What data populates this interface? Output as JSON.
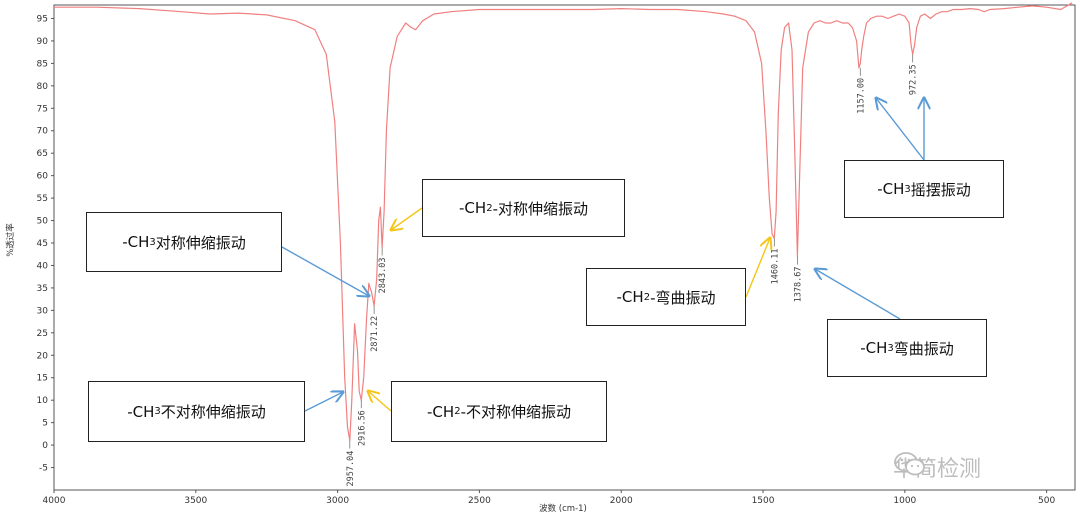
{
  "chart_data": {
    "type": "line",
    "title": "",
    "xlabel": "波数 (cm-1)",
    "ylabel": "%透过率",
    "xlim": [
      4000,
      400
    ],
    "ylim": [
      -10,
      98
    ],
    "x_ticks": [
      4000,
      3500,
      3000,
      2500,
      2000,
      1500,
      1000,
      500
    ],
    "y_ticks": [
      -5,
      0,
      5,
      10,
      15,
      20,
      25,
      30,
      35,
      40,
      45,
      50,
      55,
      60,
      65,
      70,
      75,
      80,
      85,
      90,
      95
    ],
    "grid": false,
    "line_color": "#f08080",
    "series": [
      {
        "name": "",
        "x": [
          4000,
          3850,
          3700,
          3550,
          3450,
          3350,
          3250,
          3150,
          3080,
          3040,
          3010,
          2990,
          2975,
          2965,
          2957.04,
          2950,
          2940,
          2930,
          2924,
          2916.56,
          2908,
          2898,
          2890,
          2880,
          2871.22,
          2862,
          2855,
          2849,
          2843.03,
          2836,
          2828,
          2815,
          2790,
          2760,
          2740,
          2725,
          2700,
          2660,
          2600,
          2500,
          2400,
          2300,
          2200,
          2100,
          2000,
          1900,
          1800,
          1700,
          1640,
          1600,
          1560,
          1530,
          1505,
          1490,
          1478,
          1468,
          1460.11,
          1454,
          1446,
          1436,
          1424,
          1410,
          1398,
          1388,
          1378.67,
          1370,
          1360,
          1340,
          1320,
          1300,
          1280,
          1260,
          1240,
          1220,
          1200,
          1185,
          1170,
          1162,
          1157.0,
          1152,
          1145,
          1135,
          1120,
          1100,
          1080,
          1060,
          1040,
          1020,
          1000,
          985,
          978,
          972.35,
          966,
          958,
          945,
          930,
          910,
          890,
          870,
          850,
          830,
          800,
          770,
          740,
          720,
          700,
          650,
          600,
          550,
          500,
          450,
          410
        ],
        "y": [
          97.5,
          97.5,
          97.2,
          96.5,
          96.0,
          96.2,
          95.8,
          94.5,
          92.5,
          87,
          72,
          45,
          15,
          4,
          1,
          10,
          27,
          21,
          12,
          10,
          15,
          28,
          36,
          34,
          31,
          37,
          50,
          53,
          44,
          52,
          70,
          84,
          91,
          94,
          93,
          92.5,
          94.5,
          96,
          96.5,
          97,
          97,
          97,
          97,
          97,
          97.2,
          97,
          97,
          96.5,
          96,
          95.5,
          94.5,
          92,
          85,
          70,
          55,
          47,
          46,
          52,
          74,
          88,
          93,
          94,
          88,
          65,
          42,
          62,
          84,
          92,
          94,
          94.5,
          94,
          94,
          94.5,
          94,
          94,
          93,
          90,
          84,
          85,
          88,
          91,
          94,
          95,
          95.5,
          95.5,
          95,
          95.5,
          96,
          95.5,
          94,
          89,
          87,
          89,
          93,
          95.5,
          96,
          95,
          96,
          96.5,
          96.5,
          97,
          97,
          97.2,
          97,
          96.5,
          97,
          97.2,
          97.5,
          97.8,
          97.5,
          97,
          98.5
        ]
      }
    ],
    "peak_labels": [
      {
        "x": 2957.04,
        "y": 1,
        "text": "2957.04"
      },
      {
        "x": 2916.56,
        "y": 10,
        "text": "2916.56"
      },
      {
        "x": 2871.22,
        "y": 31,
        "text": "2871.22"
      },
      {
        "x": 2843.03,
        "y": 44,
        "text": "2843.03"
      },
      {
        "x": 1460.11,
        "y": 46,
        "text": "1460.11"
      },
      {
        "x": 1378.67,
        "y": 42,
        "text": "1378.67"
      },
      {
        "x": 1157.0,
        "y": 84,
        "text": "1157.00"
      },
      {
        "x": 972.35,
        "y": 87,
        "text": "972.35"
      }
    ]
  },
  "annotations": [
    {
      "prefix": "-CH",
      "sub": "3",
      "suffix": " 对称伸缩振动",
      "arrow_color": "#5b9bd5"
    },
    {
      "prefix": "-CH",
      "sub": "2",
      "suffix": "-对称伸缩振动",
      "arrow_color": "#f5c518"
    },
    {
      "prefix": "-CH",
      "sub": "3",
      "suffix": " 不对称伸缩振动",
      "arrow_color": "#5b9bd5"
    },
    {
      "prefix": "-CH",
      "sub": "2",
      "suffix": "-不对称伸缩振动",
      "arrow_color": "#f5c518"
    },
    {
      "prefix": "-CH",
      "sub": "2",
      "suffix": "-弯曲振动",
      "arrow_color": "#f5c518"
    },
    {
      "prefix": "-CH",
      "sub": "3",
      "suffix": " 弯曲振动",
      "arrow_color": "#5b9bd5"
    },
    {
      "prefix": "-CH",
      "sub": "3",
      "suffix": " 摇摆振动",
      "arrow_color": "#5b9bd5"
    }
  ],
  "watermark": {
    "text": "华简检测",
    "icon": "wechat-icon"
  }
}
